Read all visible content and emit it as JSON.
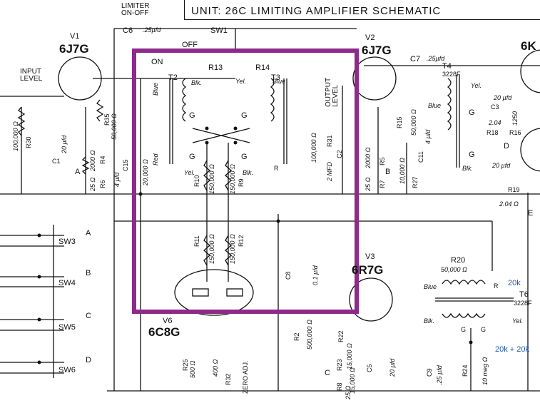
{
  "title": "UNIT: 26C LIMITING AMPLIFIER SCHEMATIC",
  "highlight_color": "#8e2a8a",
  "annotation_color": "#1f5aa6",
  "tubes": {
    "v1": {
      "ref": "V1",
      "type": "6J7G"
    },
    "v2": {
      "ref": "V2",
      "type": "6J7G"
    },
    "v3": {
      "ref": "V3",
      "type": "6R7G"
    },
    "v6": {
      "ref": "V6",
      "type": "6C8G"
    },
    "right_partial": "6K"
  },
  "labels": {
    "input_level": "INPUT\nLEVEL",
    "output_level": "OUTPUT\nLEVEL",
    "limiter_on_off": "LIMITER\nON-OFF",
    "on": "ON",
    "off": "OFF",
    "zero_adj": "ZERO ADJ.",
    "sw1": "SW1",
    "sw3": "SW3",
    "sw4": "SW4",
    "sw5": "SW5",
    "sw6": "SW6",
    "A": "A",
    "B": "B",
    "C": "C",
    "D": "D",
    "E": "E"
  },
  "components": {
    "c6": "C6",
    "c6_val": ".25µfd",
    "c7": "C7",
    "c7_val": ".25µfd",
    "r13": "R13",
    "r14": "R14",
    "t2": "T2",
    "t3": "T3",
    "t4": "T4",
    "t4_part": "3228F",
    "t6": "T6",
    "t6_part": "3228F",
    "blue": "Blue",
    "blk": "Blk.",
    "yel": "Yel.",
    "red": "Red",
    "r": "R",
    "g": "G",
    "r35": "R35",
    "r35_val": "50,000 Ω",
    "r30": "R30",
    "r30_val": "100,000 Ω",
    "c1": "C1",
    "c1_val": "20 µfd",
    "r4": "R4",
    "r4_val": "2000 Ω",
    "r6": "R6",
    "r6_val": "25 Ω",
    "c15": "C15",
    "c15_val": "4 µfd",
    "r_20k": "20,000 Ω",
    "r10": "R10",
    "r10_val": "150,000 Ω",
    "r9": "R9",
    "r9_val": "150,000 Ω",
    "r11": "R11",
    "r11_val": "150,000 Ω",
    "r12": "R12",
    "r12_val": "150,000 Ω",
    "c8": "C8",
    "c8_val": "0.1 µfd",
    "r31": "R31",
    "r31_val": "100,000 Ω",
    "c2": "C2",
    "c2_val": "2 MFD",
    "r5": "R5",
    "r5_val": "2000 Ω",
    "r7": "R7",
    "r7_val": "25 Ω",
    "r15": "R15",
    "r15_val": "50,000 Ω",
    "r27": "R27",
    "r27_val": "10,000 Ω",
    "c11": "C11",
    "c11_val": "4 µfd",
    "c3": "C3",
    "c3_val": "20 µfd",
    "r18": "R18",
    "r18_val": "1250",
    "r16": "R16",
    "r16_val": "2.04",
    "r19": "R19",
    "r19_val": "2.04 Ω",
    "c4_val": "20 µfd",
    "r20": "R20",
    "r20_val": "50,000 Ω",
    "r2": "R2",
    "r2_val": "500,000 Ω",
    "r22": "R22",
    "r22_val": "15,000 Ω",
    "r23": "R23",
    "r23_val": "15,000 Ω",
    "r8": "R8",
    "r8_val": "25 Ω",
    "c5": "C5",
    "c5_val": "20 µfd",
    "c9": "C9",
    "c9_val": ".25 µfd",
    "r24": "R24",
    "r24_val": "10 meg Ω",
    "r25": "R25",
    "r25_val": "500 Ω",
    "r32": "R32",
    "r32_val": "400 Ω"
  },
  "annotations": {
    "note_20k": "20k",
    "note_20k_20k": "20k + 20k"
  }
}
